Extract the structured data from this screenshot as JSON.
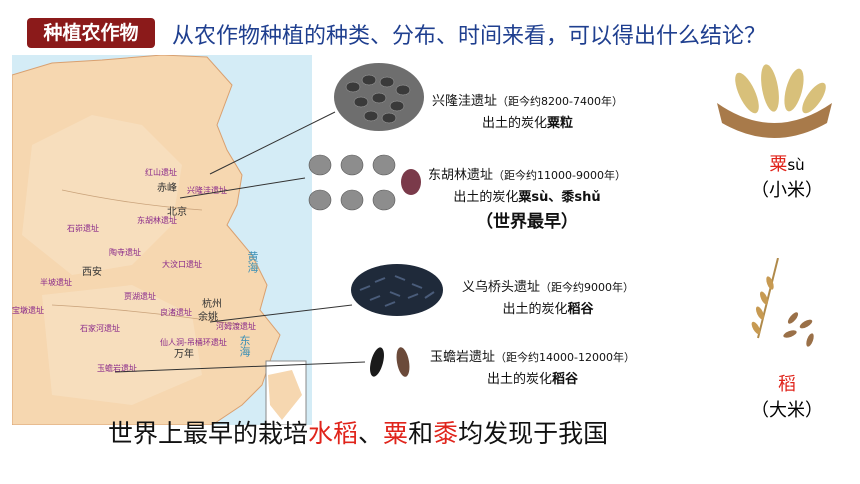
{
  "header": {
    "badge": "种植农作物",
    "question": "从农作物种植的种类、分布、时间来看，可以得出什么结论？"
  },
  "map": {
    "sites": [
      "红山遗址",
      "兴隆洼遗址",
      "东胡林遗址",
      "石峁遗址",
      "大汶口遗址",
      "半坡遗址",
      "陶寺遗址",
      "贾湖遗址",
      "宝墩遗址",
      "良渚遗址",
      "石家河遗址",
      "河姆渡遗址",
      "仙人洞-吊桶环遗址",
      "玉蟾岩遗址"
    ],
    "cities": [
      "赤峰",
      "北京",
      "西安",
      "杭州",
      "余姚",
      "万年"
    ],
    "seas": [
      "黄海",
      "东海"
    ]
  },
  "finds": [
    {
      "site": "兴隆洼遗址",
      "date": "（距今约8200-7400年）",
      "line2_prefix": "出土的炭化",
      "crop": "粟粒"
    },
    {
      "site": "东胡林遗址",
      "date": "（距今约11000-9000年）",
      "line2_prefix": "出土的炭化",
      "crop": "粟sù、黍shǔ",
      "note": "（世界最早）"
    },
    {
      "site": "义乌桥头遗址",
      "date": "（距今约9000年）",
      "line2_prefix": "出土的炭化",
      "crop": "稻谷"
    },
    {
      "site": "玉蟾岩遗址",
      "date": "（距今约14000-12000年）",
      "line2_prefix": "出土的炭化",
      "crop": "稻谷"
    }
  ],
  "crops": [
    {
      "name": "粟",
      "pinyin": "sù",
      "alias": "（小米）"
    },
    {
      "name": "稻",
      "alias": "（大米）"
    }
  ],
  "conclusion": {
    "prefix": "世界上最早的栽培",
    "w1": "水稻",
    "sep1": "、",
    "w2": "粟",
    "mid": "和",
    "w3": "黍",
    "suffix": "均发现于我国"
  },
  "colors": {
    "badge_bg": "#8b1a1a",
    "question": "#1f3f8f",
    "highlight": "#e0241b",
    "land": "#f6d7b0",
    "sea": "#d4ecf6"
  }
}
